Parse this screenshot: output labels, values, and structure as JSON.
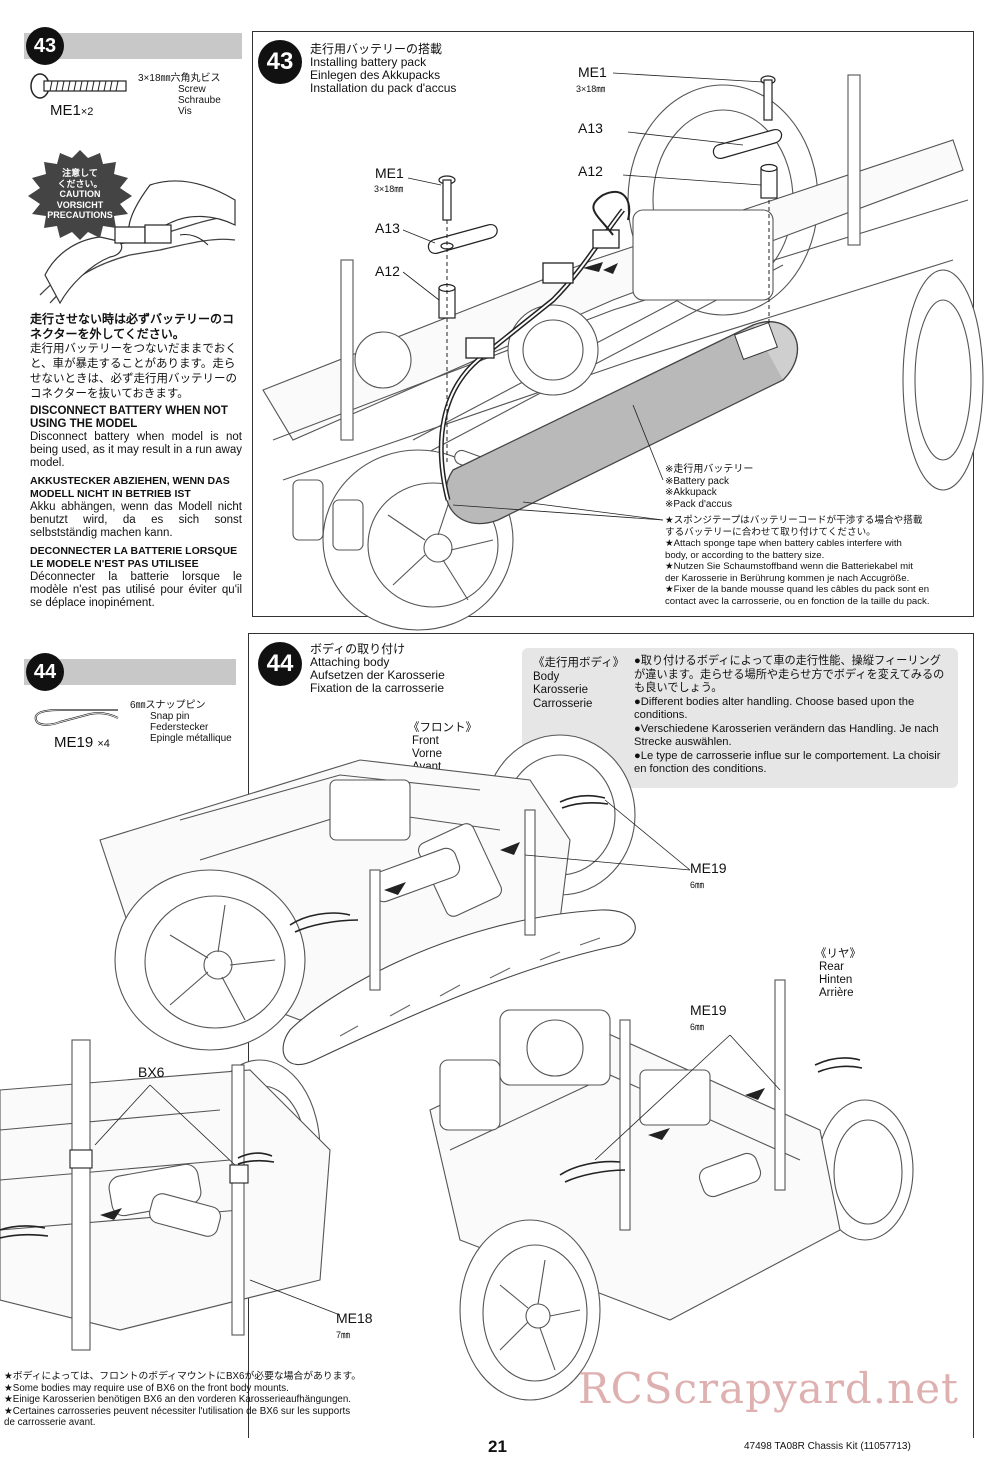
{
  "step43_left": {
    "number": "43",
    "screw_spec": "3×18㎜六角丸ビス",
    "screw_en": "Screw",
    "screw_de": "Schraube",
    "screw_fr": "Vis",
    "part_code": "ME1",
    "part_qty": "×2",
    "caution_badge": [
      "注意して",
      "ください。",
      "CAUTION",
      "VORSICHT",
      "PRECAUTIONS"
    ],
    "jp_warning_bold": "走行させない時は必ずバッテリーのコネクターを外してください。",
    "jp_warning_text": "走行用バッテリーをつないだままでおくと、車が暴走することがあります。走らせないときは、必ず走行用バッテリーのコネクターを抜いておきます。",
    "en_heading": "DISCONNECT BATTERY WHEN NOT USING THE MODEL",
    "en_text": "Disconnect battery when model is not being used, as it may result in a run away model.",
    "de_heading": "AKKUSTECKER ABZIEHEN, WENN DAS MODELL NICHT IN BETRIEB IST",
    "de_text": "Akku abhängen, wenn das Modell nicht benutzt wird, da es sich sonst selbstständig machen kann.",
    "fr_heading": "DECONNECTER LA BATTERIE LORSQUE LE MODELE N'EST PAS UTILISEE",
    "fr_text": "Déconnecter la batterie lorsque le modèle n'est pas utilisé pour éviter qu'il se déplace inopinément."
  },
  "step43_panel": {
    "number": "43",
    "title_jp": "走行用バッテリーの搭載",
    "title_en": "Installing battery pack",
    "title_de": "Einlegen des Akkupacks",
    "title_fr": "Installation du pack d'accus",
    "labels": {
      "me1_right": "ME1",
      "me1_right_sub": "3×18㎜",
      "a13_right": "A13",
      "a12_right": "A12",
      "me1_left": "ME1",
      "me1_left_sub": "3×18㎜",
      "a13_left": "A13",
      "a12_left": "A12"
    },
    "battery_notes": [
      "※走行用バッテリー",
      "※Battery pack",
      "※Akkupack",
      "※Pack d'accus"
    ],
    "tape_notes": [
      "★スポンジテープはバッテリーコードが干渉する場合や搭載",
      "するバッテリーに合わせて取り付けてください。",
      "★Attach sponge tape when battery cables interfere with",
      "body, or according to the battery size.",
      "★Nutzen Sie Schaumstoffband wenn die Batteriekabel mit",
      "der Karosserie in Berührung kommen je nach Accugröße.",
      "★Fixer de la bande mousse quand les câbles du pack sont en",
      "contact avec la carrosserie, ou en fonction de la taille du pack."
    ]
  },
  "step44_left": {
    "number": "44",
    "part_spec": "6㎜スナップピン",
    "part_en": "Snap pin",
    "part_de": "Federstecker",
    "part_fr": "Epingle métallique",
    "part_code": "ME19",
    "part_qty": "×4"
  },
  "step44_panel": {
    "number": "44",
    "title_jp": "ボディの取り付け",
    "title_en": "Attaching body",
    "title_de": "Aufsetzen der Karosserie",
    "title_fr": "Fixation de la carrosserie",
    "body_box": {
      "jp": "《走行用ボディ》",
      "en": "Body",
      "de": "Karosserie",
      "fr": "Carrosserie",
      "notes": [
        "●取り付けるボディによって車の走行性能、操縦フィーリングが違います。走らせる場所や走らせ方でボディを変えてみるのも良いでしょう。",
        "●Different bodies alter handling. Choose based upon the conditions.",
        "●Verschiedene Karosserien verändern das Handling. Je nach Strecke auswählen.",
        "●Le type de carrosserie influe sur le comportement. La choisir en fonction des conditions."
      ]
    },
    "front": {
      "jp": "《フロント》",
      "en": "Front",
      "de": "Vorne",
      "fr": "Avant"
    },
    "rear": {
      "jp": "《リヤ》",
      "en": "Rear",
      "de": "Hinten",
      "fr": "Arrière"
    },
    "labels": {
      "me19_front": "ME19",
      "me19_front_sub": "6㎜",
      "me19_rear": "ME19",
      "me19_rear_sub": "6㎜",
      "bx6": "BX6",
      "me18": "ME18",
      "me18_sub": "7㎜"
    }
  },
  "footnotes": [
    "★ボディによっては、フロントのボディマウントにBX6が必要な場合があります。",
    "★Some bodies may require use of BX6 on the front body mounts.",
    "★Einige Karosserien benötigen BX6 an den vorderen Karosserieaufhängungen.",
    "★Certaines carrosseries peuvent nécessiter l'utilisation de BX6 sur les supports",
    "de carrosserie avant."
  ],
  "page_number": "21",
  "footer_right": "47498  TA08R Chassis Kit (11057713)",
  "watermark": "RCScrapyard.net"
}
